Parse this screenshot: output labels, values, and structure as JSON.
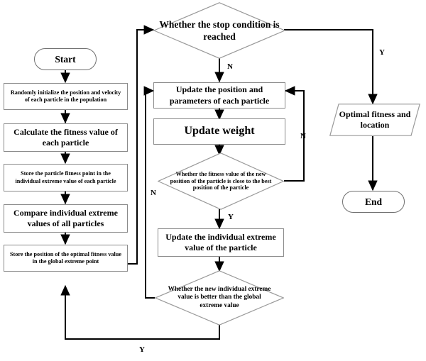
{
  "diagram": {
    "title": "Particle Swarm Optimization flowchart",
    "colors": {
      "background": "#ffffff",
      "box_stroke": "#8a8a8a",
      "diamond_stroke": "#9a9a9a",
      "wire": "#000000",
      "text": "#000000"
    }
  },
  "nodes": {
    "start": {
      "label": "Start",
      "shape": "terminator"
    },
    "init": {
      "label": "Randomly initialize the position and velocity of each particle in the population",
      "shape": "process"
    },
    "calc_fitness": {
      "label": "Calculate the fitness value of each particle",
      "shape": "process"
    },
    "store_individual": {
      "label": "Store the particle fitness point in the individual extreme value of each particle",
      "shape": "process"
    },
    "compare_individual": {
      "label": "Compare individual extreme values of all particles",
      "shape": "process"
    },
    "store_global": {
      "label": "Store the position of the optimal fitness value in the global extreme point",
      "shape": "process"
    },
    "stop_condition": {
      "label": "Whether the stop condition is reached",
      "shape": "decision"
    },
    "update_position": {
      "label": "Update the position and parameters of each particle",
      "shape": "process"
    },
    "update_weight": {
      "label": "Update weight",
      "shape": "process"
    },
    "fitness_close": {
      "label": "Whether the fitness value of the new position of the particle is close to the best position of the particle",
      "shape": "decision"
    },
    "update_individual_extreme": {
      "label": "Update the individual extreme value of the particle",
      "shape": "process"
    },
    "better_than_global": {
      "label": "Whether the new individual extreme value is better than the global extreme value",
      "shape": "decision"
    },
    "optimal_output": {
      "label": "Optimal fitness and location",
      "shape": "data-parallelogram"
    },
    "end": {
      "label": "End",
      "shape": "terminator"
    }
  },
  "edge_labels": {
    "stop_yes": "Y",
    "stop_no": "N",
    "fitness_no": "N",
    "fitness_yes": "Y",
    "loop_back_no": "N",
    "global_yes": "Y"
  }
}
